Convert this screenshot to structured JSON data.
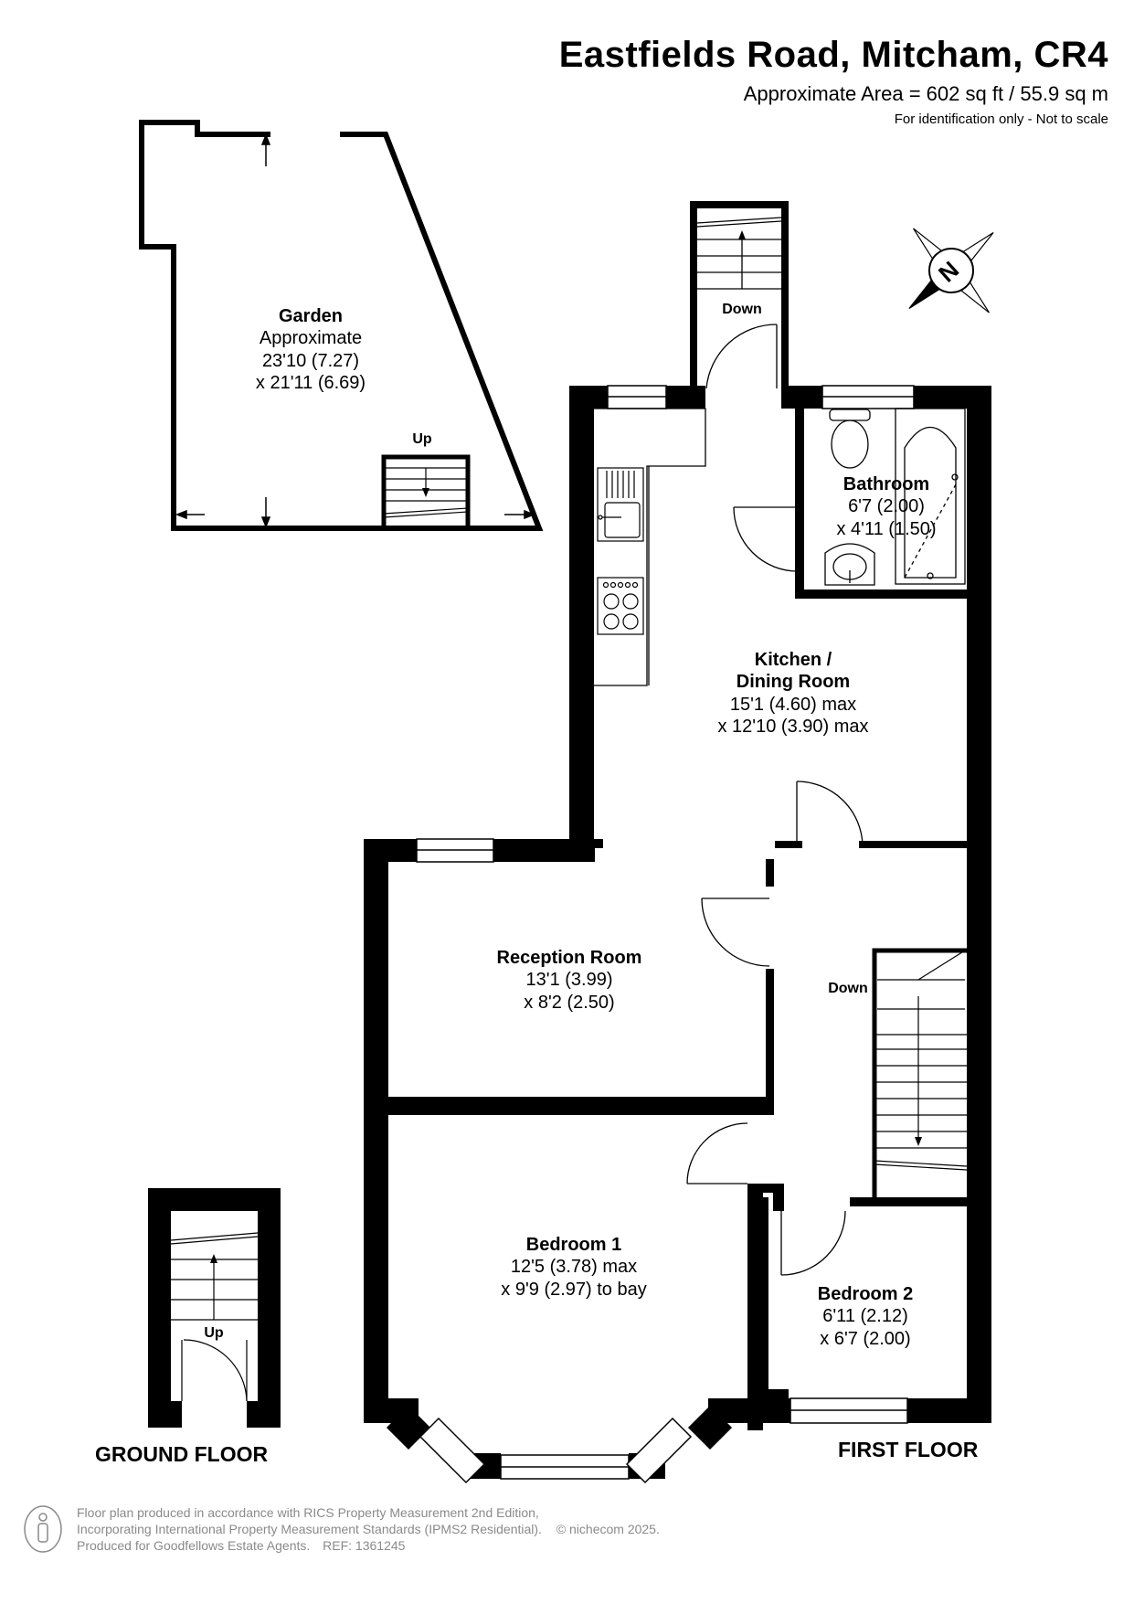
{
  "header": {
    "title": "Eastfields Road, Mitcham, CR4",
    "area": "Approximate Area = 602 sq ft / 55.9 sq m",
    "disclaimer": "For identification only - Not to scale"
  },
  "rooms": {
    "garden": {
      "name": "Garden",
      "lines": [
        "Approximate",
        "23'10 (7.27)",
        "x 21'11 (6.69)"
      ]
    },
    "bathroom": {
      "name": "Bathroom",
      "lines": [
        "6'7 (2.00)",
        "x 4'11 (1.50)"
      ]
    },
    "kitchen": {
      "name": [
        "Kitchen /",
        "Dining Room"
      ],
      "lines": [
        "15'1 (4.60) max",
        "x 12'10 (3.90) max"
      ]
    },
    "reception": {
      "name": "Reception Room",
      "lines": [
        "13'1 (3.99)",
        "x 8'2 (2.50)"
      ]
    },
    "bedroom1": {
      "name": "Bedroom 1",
      "lines": [
        "12'5 (3.78) max",
        "x 9'9 (2.97) to bay"
      ]
    },
    "bedroom2": {
      "name": "Bedroom 2",
      "lines": [
        "6'11 (2.12)",
        "x 6'7 (2.00)"
      ]
    }
  },
  "stairs_labels": {
    "garden_up": "Up",
    "kitchen_down": "Down",
    "landing_down": "Down",
    "ground_up": "Up"
  },
  "floors": {
    "ground": "GROUND FLOOR",
    "first": "FIRST FLOOR"
  },
  "compass": {
    "letter": "N",
    "icon": "compass-north-icon"
  },
  "footer": {
    "line1": "Floor plan produced in accordance with RICS Property Measurement 2nd Edition,",
    "line2": "Incorporating International Property Measurement Standards (IPMS2 Residential).",
    "copyright": "© nichecom 2025.",
    "line3": "Produced for Goodfellows Estate Agents.",
    "ref": "REF: 1361245",
    "icon": "person-icon"
  },
  "colors": {
    "wall": "#000000",
    "background": "#ffffff",
    "footer_text": "#8a8a8a"
  }
}
